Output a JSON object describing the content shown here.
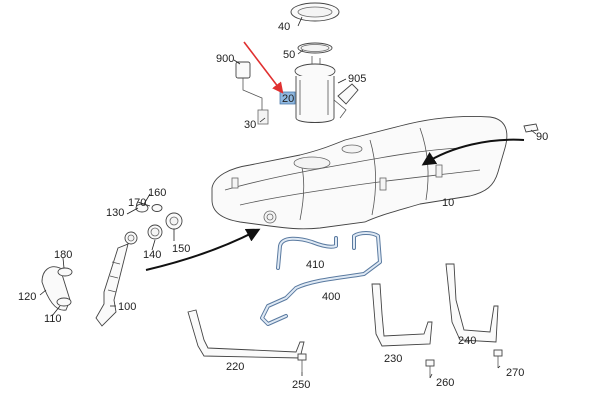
{
  "diagram": {
    "highlight_label": "20",
    "highlight_color": "#8fb8e0",
    "pointer_color": "#e03030",
    "callouts": {
      "c40": "40",
      "c50": "50",
      "c900": "900",
      "c905": "905",
      "c30": "30",
      "c90": "90",
      "c10": "10",
      "c160": "160",
      "c170": "170",
      "c130": "130",
      "c140": "140",
      "c150": "150",
      "c180": "180",
      "c120": "120",
      "c110": "110",
      "c100": "100",
      "c410": "410",
      "c400": "400",
      "c220": "220",
      "c230": "230",
      "c240": "240",
      "c250": "250",
      "c260": "260",
      "c270": "270"
    }
  }
}
